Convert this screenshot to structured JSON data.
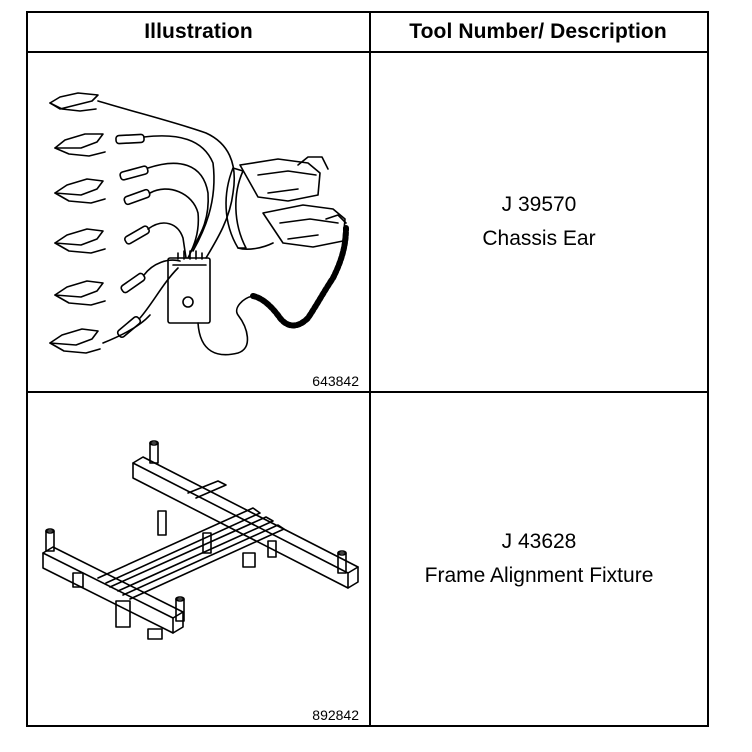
{
  "table": {
    "header": {
      "illustration": "Illustration",
      "tool": "Tool Number/ Description"
    },
    "rows": [
      {
        "figure_number": "643842",
        "tool_number": "J 39570",
        "description": "Chassis Ear",
        "illustration_subject": "chassis-ear-clamps-icon"
      },
      {
        "figure_number": "892842",
        "tool_number": "J 43628",
        "description": "Frame Alignment Fixture",
        "illustration_subject": "frame-fixture-icon"
      }
    ]
  }
}
